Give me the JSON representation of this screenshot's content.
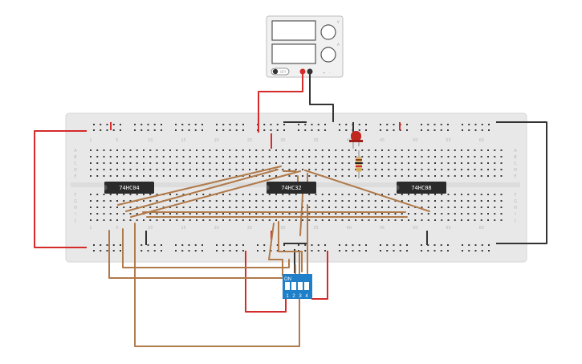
{
  "breadboard": {
    "column_numbers": [
      "1",
      "5",
      "10",
      "15",
      "20",
      "25",
      "30",
      "35",
      "40",
      "45",
      "50",
      "55",
      "60"
    ],
    "row_letters_top": [
      "A",
      "B",
      "C",
      "D",
      "E"
    ],
    "row_letters_bottom": [
      "F",
      "G",
      "H",
      "I",
      "J"
    ]
  },
  "chips": [
    {
      "label": "74HC04"
    },
    {
      "label": "74HC32"
    },
    {
      "label": "74HC08"
    }
  ],
  "dip_switch": {
    "on_label": "ON",
    "numbers": [
      "1",
      "2",
      "3",
      "4"
    ]
  },
  "power_supply": {
    "button_label": "OFF",
    "scale_labels": [
      "V",
      "A",
      "+",
      "-"
    ]
  },
  "colors": {
    "wire_red": "#d42b2b",
    "wire_brown": "#b07a4a",
    "wire_black": "#333333",
    "chip": "#2b2b2b",
    "dip_switch": "#1f7fc8",
    "led": "#c0271f"
  }
}
